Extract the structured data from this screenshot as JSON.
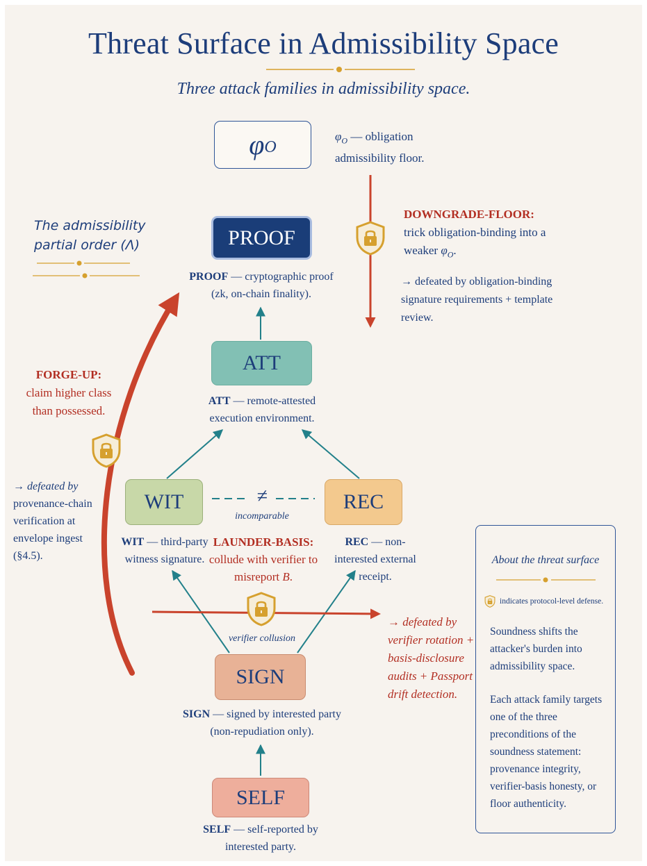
{
  "title": "Threat Surface in Admissibility Space",
  "subtitle": "Three attack families in admissibility space.",
  "colors": {
    "navy": "#1d3d7a",
    "attack_red": "#c9432c",
    "teal": "#22808a",
    "gold": "#d6a02e",
    "background": "#f7f3ee"
  },
  "floor": {
    "symbol": "φ",
    "subscript": "O",
    "desc": "— obligation admissibility floor."
  },
  "partial_order_label": "The admissibility partial order (Λ)",
  "nodes": {
    "proof": {
      "label": "PROOF",
      "desc_term": "PROOF",
      "desc_text": "— cryptographic proof (zk, on-chain finality)."
    },
    "att": {
      "label": "ATT",
      "desc_term": "ATT",
      "desc_text": "— remote-attested execution environment."
    },
    "wit": {
      "label": "WIT",
      "desc_term": "WIT",
      "desc_text": "— third-party witness signature."
    },
    "rec": {
      "label": "REC",
      "desc_term": "REC",
      "desc_text": "— non-interested external receipt."
    },
    "sign": {
      "label": "SIGN",
      "desc_term": "SIGN",
      "desc_text": "— signed by interested party (non-repudiation only)."
    },
    "self": {
      "label": "SELF",
      "desc_term": "SELF",
      "desc_text": "— self-reported by interested party."
    }
  },
  "incomparable": {
    "symbol": "≠",
    "label": "incomparable"
  },
  "attacks": {
    "downgrade": {
      "name": "DOWNGRADE-FLOOR:",
      "desc_before": "trick obligation-binding into a weaker",
      "defense": "→ defeated by obligation-binding signature requirements + template review."
    },
    "forge": {
      "name": "FORGE-UP:",
      "desc": "claim higher class than possessed.",
      "defense_arrow": "→ defeated by",
      "defense_text": "provenance-chain verification at envelope ingest (§4.5)."
    },
    "launder": {
      "name": "LAUNDER-BASIS:",
      "desc_before": "collude with verifier to misreport",
      "basis": "B",
      "collusion_label": "verifier collusion",
      "defense": "→ defeated by verifier rotation + basis-disclosure audits + Passport drift detection."
    }
  },
  "about": {
    "title": "About the threat surface",
    "legend_icon": "lock-shield-icon",
    "legend_text": "indicates protocol-level defense.",
    "para1": "Soundness shifts the attacker's burden into admissibility space.",
    "para2": "Each attack family targets one of the three preconditions of the soundness statement: provenance integrity, verifier-basis honesty, or floor authenticity."
  }
}
